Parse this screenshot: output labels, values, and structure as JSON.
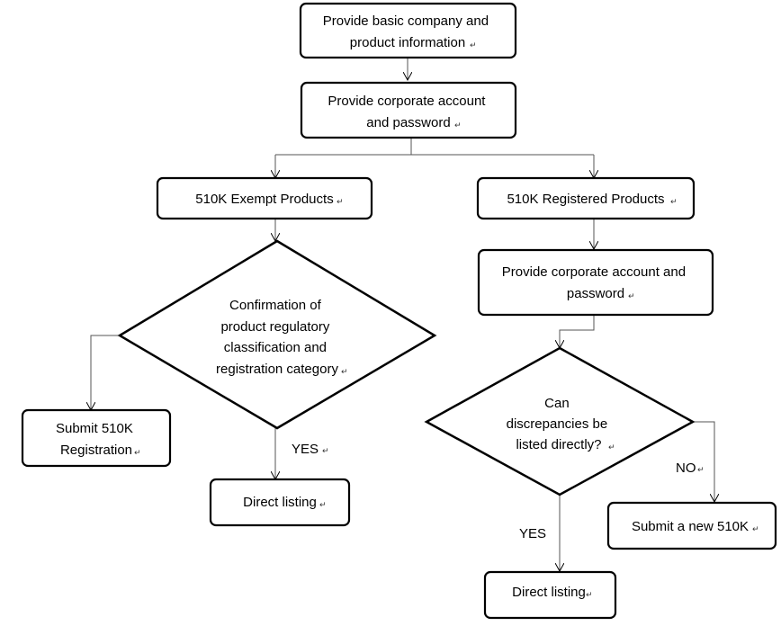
{
  "nodes": {
    "company_info": {
      "lines": [
        "Provide basic company and",
        "product information"
      ]
    },
    "corp_account_top": {
      "lines": [
        "Provide corporate account",
        "and password"
      ]
    },
    "exempt": {
      "lines": [
        "510K Exempt Products"
      ]
    },
    "registered": {
      "lines": [
        "510K Registered Products"
      ]
    },
    "confirm_decision": {
      "lines": [
        "Confirmation of",
        "product regulatory",
        "classification and",
        "registration category"
      ]
    },
    "corp_account_right": {
      "lines": [
        "Provide corporate account and",
        "password"
      ]
    },
    "submit_registration": {
      "lines": [
        "Submit 510K",
        "Registration"
      ]
    },
    "direct_listing_left": {
      "lines": [
        "Direct listing"
      ]
    },
    "discrepancy_decision": {
      "lines": [
        "Can",
        "discrepancies be",
        "listed directly?"
      ]
    },
    "submit_new": {
      "lines": [
        "Submit a new 510K"
      ]
    },
    "direct_listing_right": {
      "lines": [
        "Direct listing"
      ]
    }
  },
  "edge_labels": {
    "yes_left": "YES",
    "no_right": "NO",
    "yes_right": "YES"
  },
  "colors": {
    "stroke": "#000000",
    "fill": "#ffffff",
    "connector": "#555555"
  }
}
